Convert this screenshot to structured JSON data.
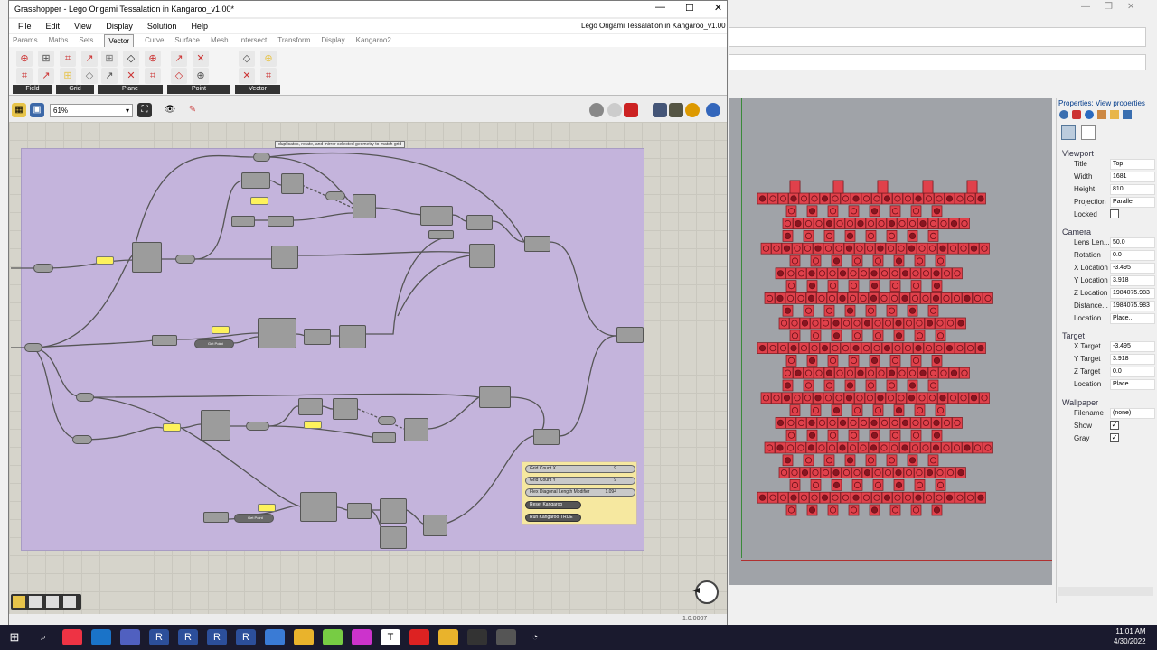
{
  "gh": {
    "window_title": "Grasshopper - Lego Origami Tessalation in Kangaroo_v1.00*",
    "doc_name": "Lego Origami Tessalation in Kangaroo_v1.00",
    "menu": [
      "File",
      "Edit",
      "View",
      "Display",
      "Solution",
      "Help"
    ],
    "tabs": [
      "Params",
      "Maths",
      "Sets",
      "Vector",
      "Curve",
      "Surface",
      "Mesh",
      "Intersect",
      "Transform",
      "Display",
      "Kangaroo2"
    ],
    "active_tab": "Vector",
    "ribbon_groups": [
      "Field",
      "Grid",
      "Plane",
      "Point",
      "Vector"
    ],
    "zoom": "61%",
    "group_label": "duplicates, rotate, and mirror selected geometry to match grid",
    "sliders": [
      {
        "label": "Grid Count X",
        "value": "9"
      },
      {
        "label": "Grid Count Y",
        "value": "9"
      },
      {
        "label": "Flex Diagonal Length Modifier",
        "value": "1.094"
      }
    ],
    "buttons": [
      {
        "label": "Reset Kangaroo"
      },
      {
        "label": "Run Kangaroo",
        "value": "TRUE"
      }
    ],
    "get_point_1": "Get Point",
    "get_point_2": "Get Point",
    "version": "1.0.0007"
  },
  "props": {
    "title": "Properties: View properties",
    "sections": {
      "viewport": "Viewport",
      "camera": "Camera",
      "target": "Target",
      "wallpaper": "Wallpaper"
    },
    "viewport": [
      {
        "label": "Title",
        "value": "Top"
      },
      {
        "label": "Width",
        "value": "1681"
      },
      {
        "label": "Height",
        "value": "810"
      },
      {
        "label": "Projection",
        "value": "Parallel"
      },
      {
        "label": "Locked",
        "value": ""
      }
    ],
    "camera": [
      {
        "label": "Lens Len...",
        "value": "50.0"
      },
      {
        "label": "Rotation",
        "value": "0.0"
      },
      {
        "label": "X Location",
        "value": "-3.495"
      },
      {
        "label": "Y Location",
        "value": "3.918"
      },
      {
        "label": "Z Location",
        "value": "1984075.983"
      },
      {
        "label": "Distance...",
        "value": "1984075.983"
      },
      {
        "label": "Location",
        "value": "Place..."
      }
    ],
    "target": [
      {
        "label": "X Target",
        "value": "-3.495"
      },
      {
        "label": "Y Target",
        "value": "3.918"
      },
      {
        "label": "Z Target",
        "value": "0.0"
      },
      {
        "label": "Location",
        "value": "Place..."
      }
    ],
    "wallpaper": [
      {
        "label": "Filename",
        "value": "(none)"
      },
      {
        "label": "Show",
        "value": "✓"
      },
      {
        "label": "Gray",
        "value": "✓"
      }
    ]
  },
  "taskbar": {
    "time": "11:01 AM",
    "date": "4/30/2022"
  },
  "colors": {
    "lego": "#e0414b",
    "group": "#c4b4dc",
    "panel": "#fdf25c"
  }
}
